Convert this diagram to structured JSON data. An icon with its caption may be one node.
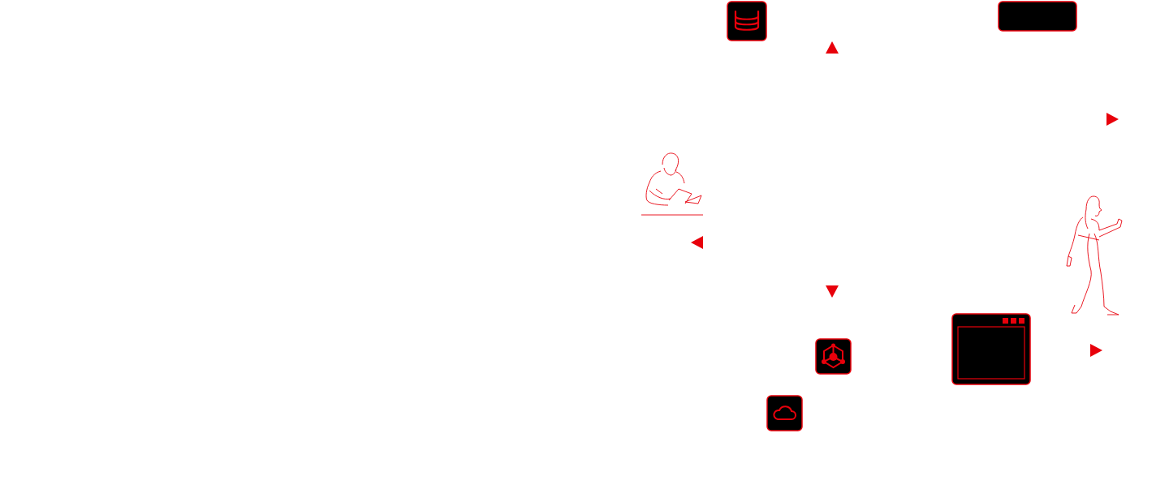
{
  "diagram": {
    "nodes": [
      {
        "text": [],
        "shape": "cylinder"
      },
      {
        "text": [],
        "shape": "box"
      },
      {
        "text": [],
        "shape": "person"
      },
      {
        "text": [],
        "shape": "person"
      },
      {
        "text": [],
        "shape": "box"
      },
      {
        "text": [],
        "shape": "box"
      },
      {
        "text": [],
        "shape": "cloud"
      }
    ]
  }
}
